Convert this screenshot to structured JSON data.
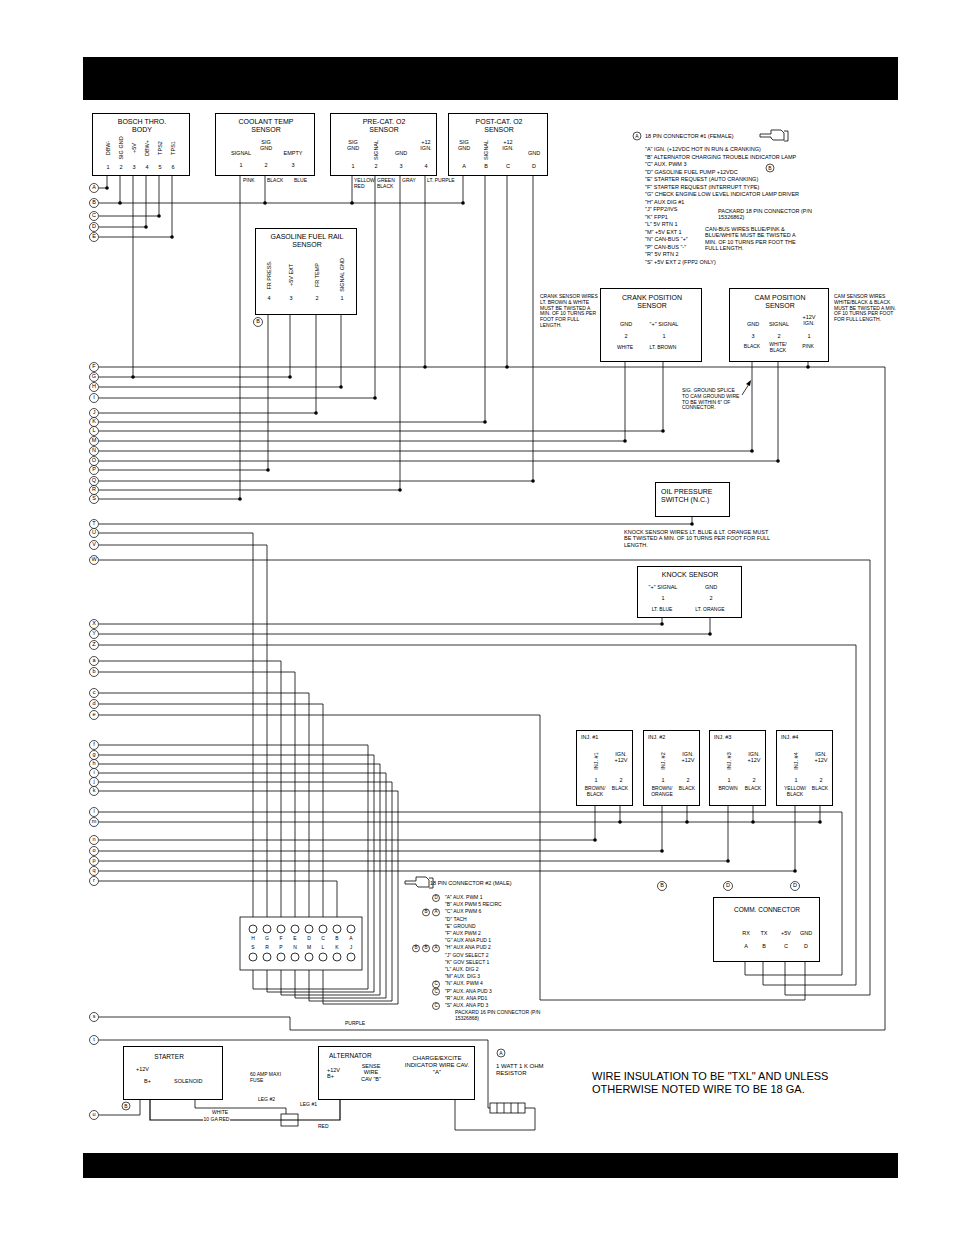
{
  "diagram": {
    "nodes": [
      {
        "text": [
          "BOSCH THRO. BODY",
          "DBW-",
          "SIG GND",
          "+5V",
          "DBW+",
          "TPS2",
          "TPS1",
          "1",
          "2",
          "3",
          "4",
          "5",
          "6"
        ]
      },
      {
        "text": [
          "COOLANT TEMP SENSOR",
          "SIGNAL",
          "SIG GND",
          "EMPTY",
          "1",
          "2",
          "3"
        ]
      },
      {
        "text": [
          "PRE-CAT. O2 SENSOR",
          "SIG GND",
          "SIGNAL",
          "GND",
          "+12 IGN.",
          "1",
          "2",
          "3",
          "4"
        ]
      },
      {
        "text": [
          "POST-CAT. O2 SENSOR",
          "SIG GND",
          "SIGNAL",
          "+12 IGN.",
          "GND",
          "A",
          "B",
          "C",
          "D"
        ]
      },
      {
        "text": [
          "GASOLINE FUEL RAIL SENSOR",
          "FR PRESS.",
          "+5V EXT",
          "FR TEMP",
          "SIGNAL GND",
          "4",
          "3",
          "2",
          "1"
        ]
      },
      {
        "text": [
          "CRANK POSITION SENSOR",
          "GND",
          "\"+\" SIGNAL",
          "2",
          "1"
        ]
      },
      {
        "text": [
          "CAM POSITION SENSOR",
          "GND",
          "SIGNAL",
          "+12V IGN.",
          "3",
          "2",
          "1"
        ]
      },
      {
        "text": [
          "OIL PRESSURE SWITCH (N.C.)"
        ]
      },
      {
        "text": [
          "KNOCK SENSOR",
          "\"+\" SIGNAL",
          "GND",
          "1",
          "2"
        ]
      },
      {
        "text": [
          "INJ. #1",
          "INJ. #1",
          "IGN. +12V",
          "1",
          "2"
        ]
      },
      {
        "text": [
          "INJ. #2",
          "INJ. #2",
          "IGN. +12V",
          "1",
          "2"
        ]
      },
      {
        "text": [
          "INJ. #3",
          "INJ. #3",
          "IGN. +12V",
          "1",
          "2"
        ]
      },
      {
        "text": [
          "INJ. #4",
          "INJ. #4",
          "IGN. +12V",
          "1",
          "2"
        ]
      },
      {
        "text": [
          "COMM. CONNECTOR",
          "RX",
          "TX",
          "+5V",
          "GND",
          "A",
          "B",
          "C",
          "D"
        ]
      },
      {
        "text": [
          "STARTER",
          "+12V",
          "B+",
          "SOLENOID"
        ]
      },
      {
        "text": [
          "ALTERNATOR",
          "+12V B+",
          "SENSE WIRE CAV \"B\"",
          "CHARGE/EXCITE INDICATOR WIRE CAV. \"A\""
        ]
      }
    ],
    "edges": [
      {
        "from": 14,
        "to": 15,
        "arrow": "none",
        "label": "10 GA RED"
      }
    ],
    "labels": [
      "PINK",
      "BLACK",
      "BLUE",
      "YELLOW RED",
      "GREEN BLACK",
      "GRAY",
      "LT. PURPLE",
      "WHITE",
      "LT. BROWN",
      "BLACK",
      "WHITE/ BLACK",
      "PINK",
      "LT. BLUE",
      "LT. ORANGE",
      "BROWN/ BLACK",
      "BLACK",
      "BROWN/ ORANGE",
      "BLACK",
      "BROWN",
      "BLACK",
      "YELLOW/ BLACK",
      "BLACK",
      "A",
      "B",
      "C",
      "D",
      "E",
      "F",
      "G",
      "H",
      "I",
      "J",
      "K",
      "L",
      "M",
      "N",
      "O",
      "P",
      "Q",
      "R",
      "S",
      "T",
      "U",
      "V",
      "W",
      "X",
      "Y",
      "Z",
      "a",
      "b",
      "c",
      "d",
      "e",
      "f",
      "g",
      "h",
      "i",
      "j",
      "k",
      "l",
      "m",
      "n",
      "o",
      "p",
      "q",
      "r",
      "s",
      "t",
      "u",
      "H",
      "G",
      "F",
      "E",
      "D",
      "C",
      "B",
      "A",
      "S",
      "R",
      "P",
      "N",
      "M",
      "L",
      "K",
      "J",
      "A",
      "18 PIN CONNECTOR #1 (FEMALE)",
      "\"A\" IGN. (+12VDC HOT IN RUN & CRANKING)",
      "\"B\" ALTERNATOR CHARGING TROUBLE INDICATOR LAMP",
      "\"C\" AUX. PWM 3",
      "\"D\" GASOLINE FUEL PUMP +12VDC",
      "\"E\" STARTER REQUEST (AUTO CRANKING)",
      "\"F\" STARTER REQUEST (INTERRUPT TYPE)",
      "\"G\" CHECK ENGINE LOW LEVEL INDICATOR LAMP DRIVER",
      "\"H\" AUX DIG #1",
      "\"J\" FPP2/IVS",
      "\"K\" FPP1",
      "\"L\" 5V RTN 1",
      "\"M\" +5V EXT 1",
      "\"N\" CAN-BUS \"+\"",
      "\"P\" CAN-BUS \"-\"",
      "\"R\" 5V RTN 2",
      "\"S\" +5V EXT 2 (FPP2 ONLY)",
      "PACKARD 18 PIN CONNECTOR (P/N 15326862)",
      "CAN-BUS WIRES BLUE/PINK & BLUE/WHITE MUST BE TWISTED A MIN. OF 10 TURNS PER FOOT THE FULL LENGTH.",
      "B",
      "CRANK SENSOR WIRES LT. BROWN & WHITE MUST BE TWISTED A MIN. OF 10 TURNS PER FOOT FOR FULL LENGTH.",
      "CAM SENSOR WIRES WHITE/BLACK & BLACK MUST BE TWISTED A MIN. OF 10 TURNS PER FOOT FOR FULL LENGTH.",
      "SIG. GROUND SPLICE TO CAM GROUND WIRE TO BE WITHIN 6\" OF CONNECTOR.",
      "KNOCK SENSOR WIRES LT. BLUE & LT. ORANGE MUST BE TWISTED A MIN. OF 10 TURNS PER FOOT FOR FULL LENGTH.",
      "18 PIN CONNECTOR #2 (MALE)",
      "\"A\" AUX. PWM 1",
      "\"B\" AUX PWM 5 RECIRC",
      "\"C\" AUX PWM 6",
      "\"D\" TACH",
      "\"E\" GROUND",
      "\"F\" AUX PWM 2",
      "\"G\" AUX ANA PUD 1",
      "\"H\" AUX ANA PUD 2",
      "\"J\" GOV SELECT 2",
      "\"K\" GOV SELECT 1",
      "\"L\" AUX. DIG 2",
      "\"M\" AUX. DIG 3",
      "\"N\" AUX. PWM 4",
      "\"P\" AUX. ANA PUD 3",
      "\"R\" AUX. ANA PD1",
      "\"S\" AUX. ANA PD 3",
      "D",
      "B",
      "A",
      "B",
      "B",
      "A",
      "C",
      "C",
      "C",
      "PACKARD 16 PIN CONNECTOR (P/N 15326868)",
      "B",
      "B",
      "D",
      "D",
      "PURPLE",
      "A",
      "1 WATT 1 K OHM RESISTOR",
      "60 AMP MAXI FUSE",
      "LEG #2",
      "LEG #1",
      "WHITE",
      "RED",
      "B",
      "WIRE INSULATION TO BE \"TXL\" AND UNLESS OTHERWISE NOTED WIRE TO BE 18 GA."
    ]
  }
}
